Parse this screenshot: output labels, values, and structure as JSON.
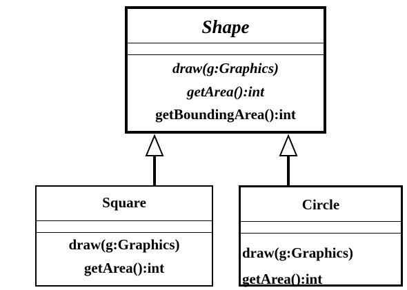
{
  "diagram": {
    "shape": {
      "name": "Shape",
      "operations": [
        "draw(g:Graphics)",
        "getArea():int",
        "getBoundingArea():int"
      ]
    },
    "square": {
      "name": "Square",
      "operations": [
        "draw(g:Graphics)",
        "getArea():int"
      ]
    },
    "circle": {
      "name": "Circle",
      "operations": [
        "draw(g:Graphics)",
        "getArea():int"
      ]
    }
  }
}
